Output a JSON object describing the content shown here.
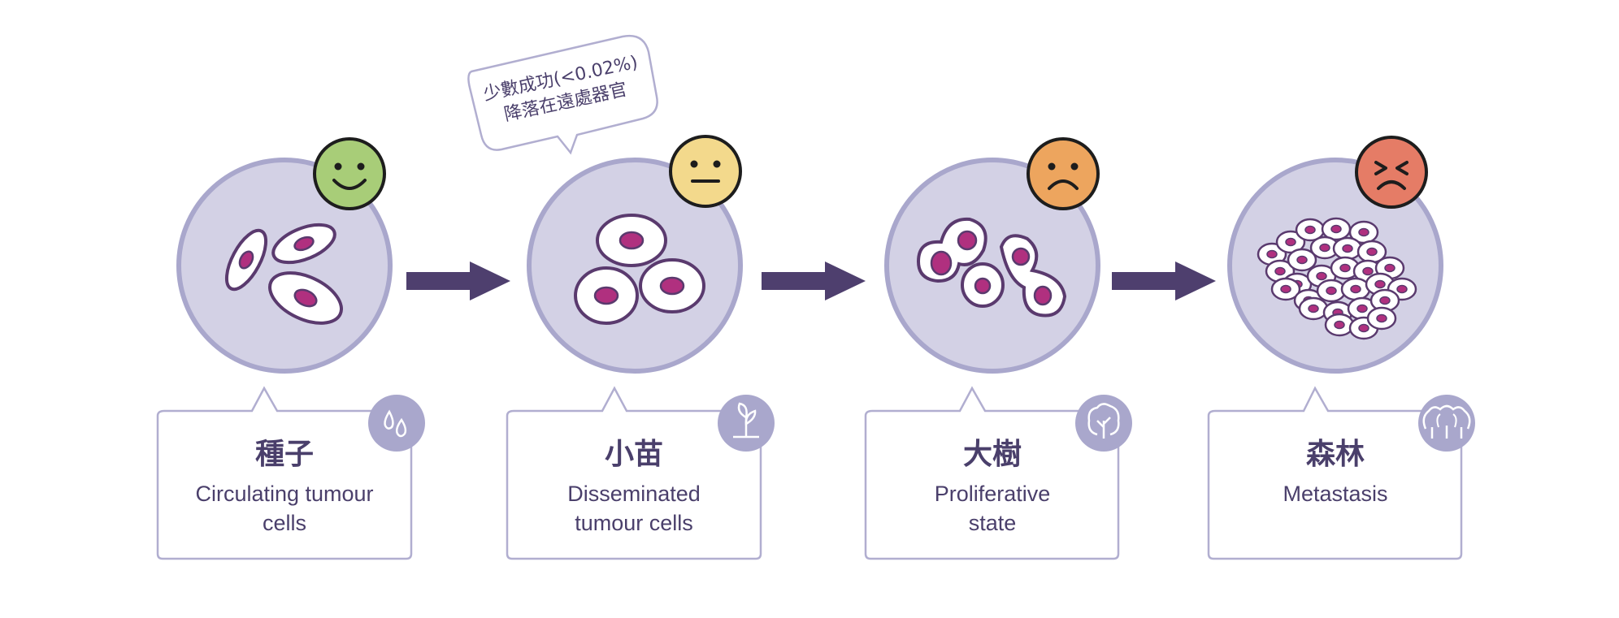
{
  "stages": [
    {
      "title": "種子",
      "subtitle": "Circulating tumour cells",
      "subtitle_lines": [
        "Circulating tumour",
        "cells"
      ],
      "face": "happy-face-icon",
      "face_color": "#a8cd78",
      "stage_icon": "droplets-icon"
    },
    {
      "title": "小苗",
      "subtitle": "Disseminated tumour cells",
      "subtitle_lines": [
        "Disseminated",
        "tumour cells"
      ],
      "face": "neutral-face-icon",
      "face_color": "#f3d98c",
      "stage_icon": "sprout-icon"
    },
    {
      "title": "大樹",
      "subtitle": "Proliferative state",
      "subtitle_lines": [
        "Proliferative",
        "state"
      ],
      "face": "sad-face-icon",
      "face_color": "#eda55e",
      "stage_icon": "tree-icon"
    },
    {
      "title": "森林",
      "subtitle": "Metastasis",
      "subtitle_lines": [
        "Metastasis"
      ],
      "face": "angry-face-icon",
      "face_color": "#e57c66",
      "stage_icon": "forest-icon"
    }
  ],
  "callout": {
    "line1": "少數成功(<0.02%)",
    "line2": "降落在遠處器官"
  },
  "colors": {
    "circle_fill": "#d3d1e5",
    "circle_stroke": "#a9a7cc",
    "cell_outline": "#5a3a6e",
    "nucleus": "#b0307f",
    "arrow": "#4e3f6e",
    "text": "#4a3f6b",
    "icon_badge": "#a9a7cc"
  }
}
